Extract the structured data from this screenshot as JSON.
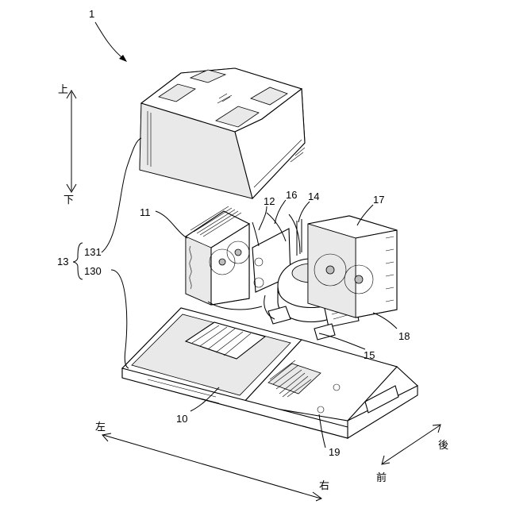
{
  "figure": {
    "ref_numerals": {
      "assembly": "1",
      "drain_tray": "10",
      "condenser": "11",
      "pipe_12": "12",
      "pipe_14": "14",
      "compressor": "15",
      "pipe_16": "16",
      "evaporator_unit": "17",
      "pipe_18": "18",
      "base_part": "19",
      "group_13": "13",
      "sub_131": "131",
      "sub_130": "130"
    },
    "directions": {
      "up": "上",
      "down": "下",
      "left": "左",
      "right": "右",
      "back": "後",
      "front": "前"
    }
  }
}
